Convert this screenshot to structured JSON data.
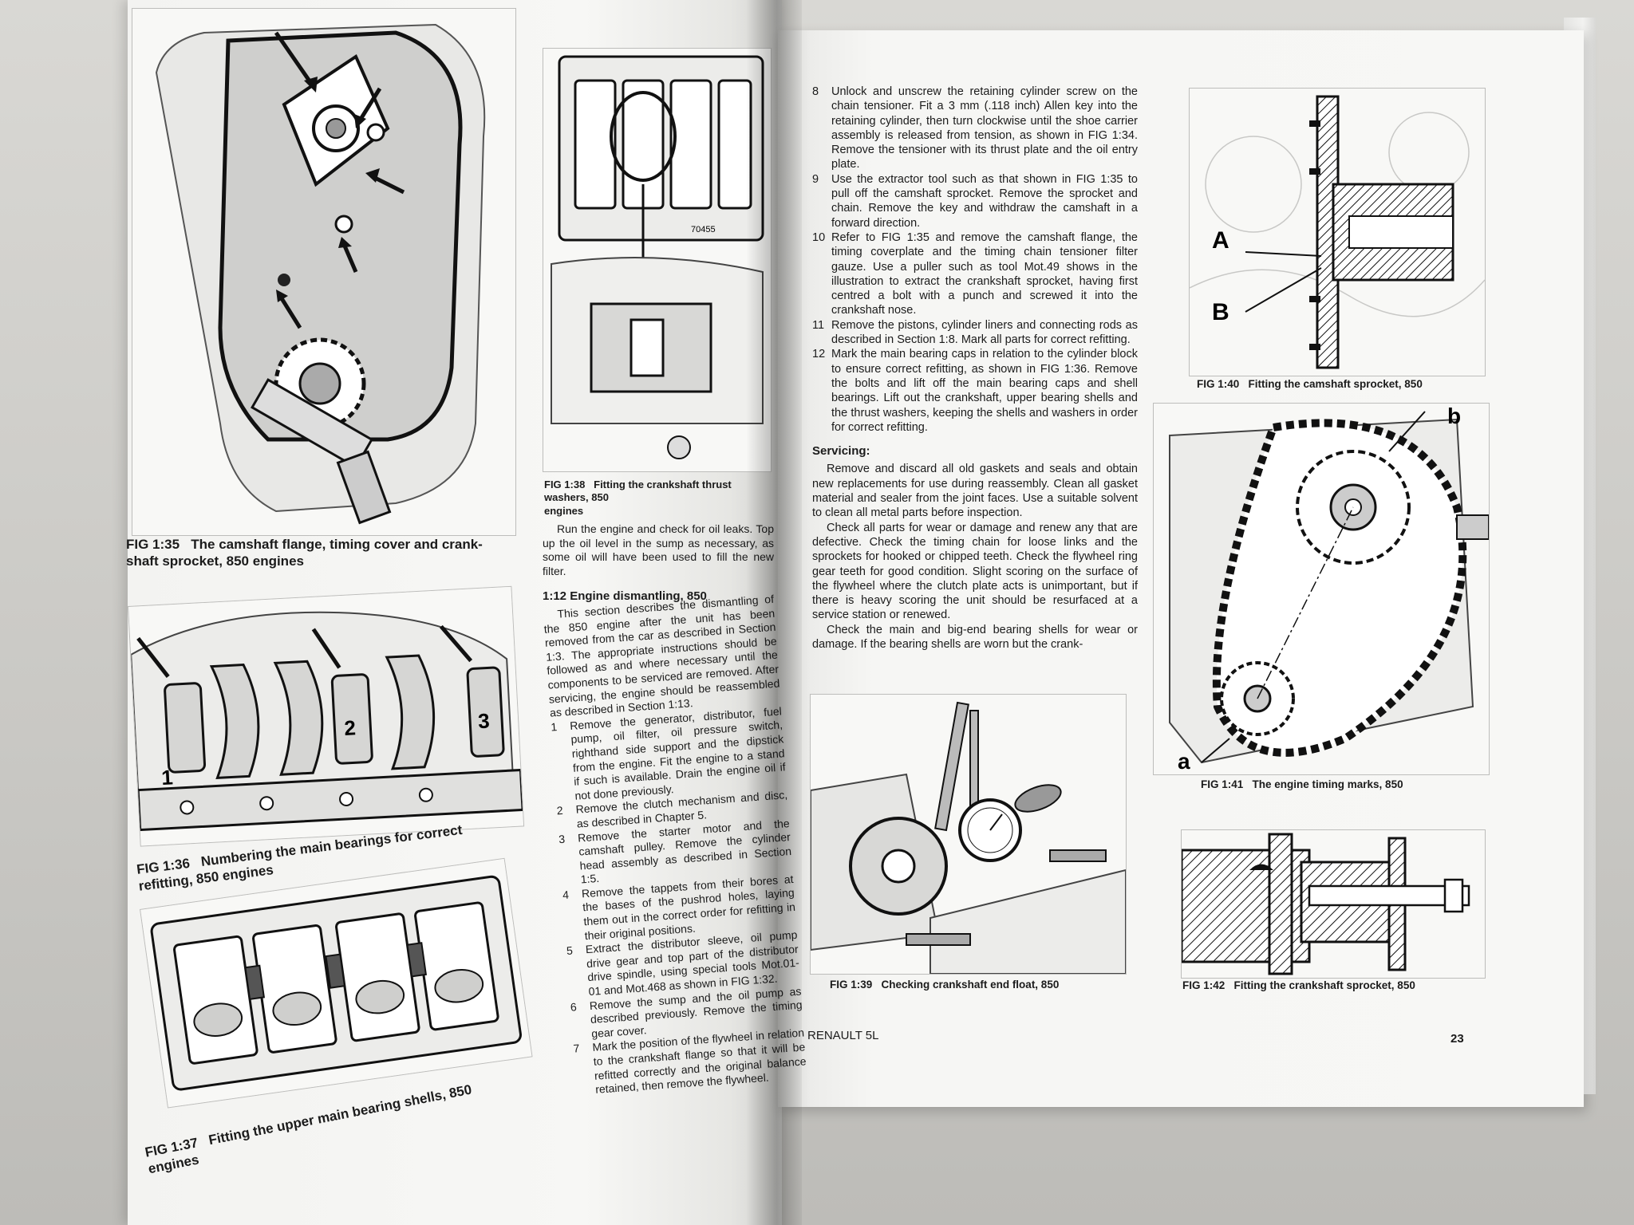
{
  "left_page": {
    "figures": [
      {
        "id": "fig-1-35",
        "caption": "FIG 1:35   The camshaft flange, timing cover and crank-\nshaft sprocket, 850 engines"
      },
      {
        "id": "fig-1-36",
        "caption": "FIG 1:36   Numbering the main bearings for correct\nrefitting, 850 engines",
        "labels": [
          "1",
          "2",
          "3"
        ]
      },
      {
        "id": "fig-1-37",
        "caption": "FIG 1:37   Fitting the upper main bearing shells, 850\nengines"
      },
      {
        "id": "fig-1-38",
        "caption": "FIG 1:38   Fitting the crankshaft thrust washers, 850\nengines",
        "ref": "70455"
      }
    ],
    "text": {
      "intro": "Run the engine and check for oil leaks. Top up the oil level in the sump as necessary, as some oil will have been used to fill the new filter.",
      "heading": "1:12 Engine dismantling, 850",
      "para": "This section describes the dismantling of the 850 engine after the unit has been removed from the car as described in Section 1:3. The appropriate instructions should be followed as and where necessary until the components to be serviced are removed. After servicing, the engine should be reassembled as described in Section 1:13.",
      "items": [
        {
          "n": "1",
          "t": "Remove the generator, distributor, fuel pump, oil filter, oil pressure switch, righthand side support and the dipstick from the engine. Fit the engine to a stand if such is available. Drain the engine oil if not done previously."
        },
        {
          "n": "2",
          "t": "Remove the clutch mechanism and disc, as described in Chapter 5."
        },
        {
          "n": "3",
          "t": "Remove the starter motor and the camshaft pulley. Remove the cylinder head assembly as described in Section 1:5."
        },
        {
          "n": "4",
          "t": "Remove the tappets from their bores at the bases of the pushrod holes, laying them out in the correct order for refitting in their original positions."
        },
        {
          "n": "5",
          "t": "Extract the distributor sleeve, oil pump drive gear and top part of the distributor drive spindle, using special tools Mot.01-01 and Mot.468 as shown in FIG 1:32."
        },
        {
          "n": "6",
          "t": "Remove the sump and the oil pump as described previously. Remove the timing gear cover."
        },
        {
          "n": "7",
          "t": "Mark the position of the flywheel in relation to the crankshaft flange so that it will be refitted correctly and the original balance retained, then remove the flywheel."
        }
      ]
    }
  },
  "right_page": {
    "items": [
      {
        "n": "8",
        "t": "Unlock and unscrew the retaining cylinder screw on the chain tensioner. Fit a 3 mm (.118 inch) Allen key into the retaining cylinder, then turn clockwise until the shoe carrier assembly is released from tension, as shown in FIG 1:34. Remove the tensioner with its thrust plate and the oil entry plate."
      },
      {
        "n": "9",
        "t": "Use the extractor tool such as that shown in FIG 1:35 to pull off the camshaft sprocket. Remove the sprocket and chain. Remove the key and withdraw the camshaft in a forward direction."
      },
      {
        "n": "10",
        "t": "Refer to FIG 1:35 and remove the camshaft flange, the timing coverplate and the timing chain tensioner filter gauze. Use a puller such as tool Mot.49 shows in the illustration to extract the crankshaft sprocket, having first centred a bolt with a punch and screwed it into the crankshaft nose."
      },
      {
        "n": "11",
        "t": "Remove the pistons, cylinder liners and connecting rods as described in Section 1:8. Mark all parts for correct refitting."
      },
      {
        "n": "12",
        "t": "Mark the main bearing caps in relation to the cylinder block to ensure correct refitting, as shown in FIG 1:36. Remove the bolts and lift off the main bearing caps and shell bearings. Lift out the crankshaft, upper bearing shells and the thrust washers, keeping the shells and washers in order for correct refitting."
      }
    ],
    "servicing_heading": "Servicing:",
    "servicing_paras": [
      "Remove and discard all old gaskets and seals and obtain new replacements for use during reassembly. Clean all gasket material and sealer from the joint faces. Use a suitable solvent to clean all metal parts before inspection.",
      "Check all parts for wear or damage and renew any that are defective. Check the timing chain for loose links and the sprockets for hooked or chipped teeth. Check the flywheel ring gear teeth for good condition. Slight scoring on the surface of the flywheel where the clutch plate acts is unimportant, but if there is heavy scoring the unit should be resurfaced at a service station or renewed.",
      "Check the main and big-end bearing shells for wear or damage. If the bearing shells are worn but the crank-"
    ],
    "figures": [
      {
        "id": "fig-1-39",
        "caption": "FIG 1:39   Checking crankshaft end float, 850"
      },
      {
        "id": "fig-1-40",
        "caption": "FIG 1:40   Fitting the camshaft sprocket, 850",
        "labels": [
          "A",
          "B"
        ]
      },
      {
        "id": "fig-1-41",
        "caption": "FIG 1:41   The engine timing marks, 850",
        "labels": [
          "a",
          "b"
        ]
      },
      {
        "id": "fig-1-42",
        "caption": "FIG 1:42   Fitting the crankshaft sprocket, 850"
      }
    ],
    "footer_title": "RENAULT 5L",
    "page_number": "23"
  }
}
